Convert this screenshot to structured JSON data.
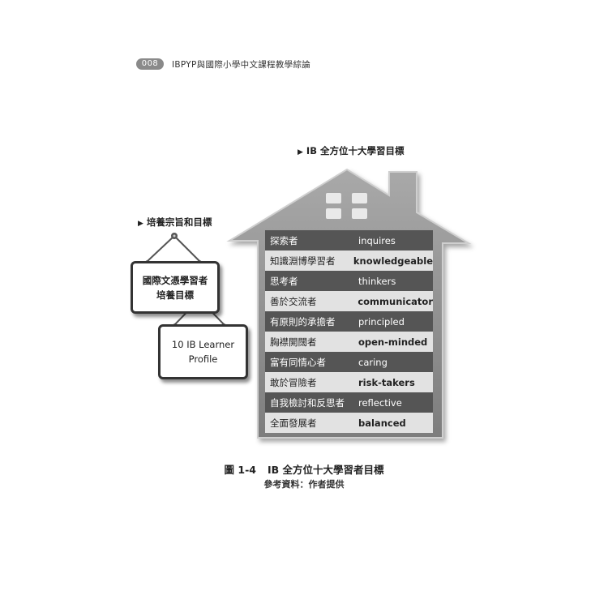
{
  "header": {
    "page_number": "008",
    "book_title": "IBPYP與國際小學中文課程教學綜論"
  },
  "house_section": {
    "marker": "▶",
    "title": "IB 全方位十大學習目標"
  },
  "left_section": {
    "marker": "▶",
    "title": "培養宗旨和目標"
  },
  "sign_top": {
    "line1": "國際文憑學習者",
    "line2": "培養目標"
  },
  "sign_bottom": {
    "line1": "10 IB Learner",
    "line2": "Profile"
  },
  "profiles": [
    {
      "zh": "探索者",
      "en": "inquires"
    },
    {
      "zh": "知識淵博學習者",
      "en": "knowledgeable"
    },
    {
      "zh": "思考者",
      "en": "thinkers"
    },
    {
      "zh": "善於交流者",
      "en": "communicator"
    },
    {
      "zh": "有原則的承擔者",
      "en": "principled"
    },
    {
      "zh": "胸襟開闊者",
      "en": "open-minded"
    },
    {
      "zh": "富有同情心者",
      "en": "caring"
    },
    {
      "zh": "敢於冒險者",
      "en": "risk-takers"
    },
    {
      "zh": "自我檢討和反思者",
      "en": "reflective"
    },
    {
      "zh": "全面發展者",
      "en": "balanced"
    }
  ],
  "caption": {
    "number": "圖 1-4",
    "title": "IB 全方位十大學習者目標"
  },
  "source": "參考資料：作者提供",
  "colors": {
    "row_dark": "#555555",
    "row_light": "#e2e2e2",
    "house": "#8f8f8f",
    "badge": "#8a8a8a"
  }
}
